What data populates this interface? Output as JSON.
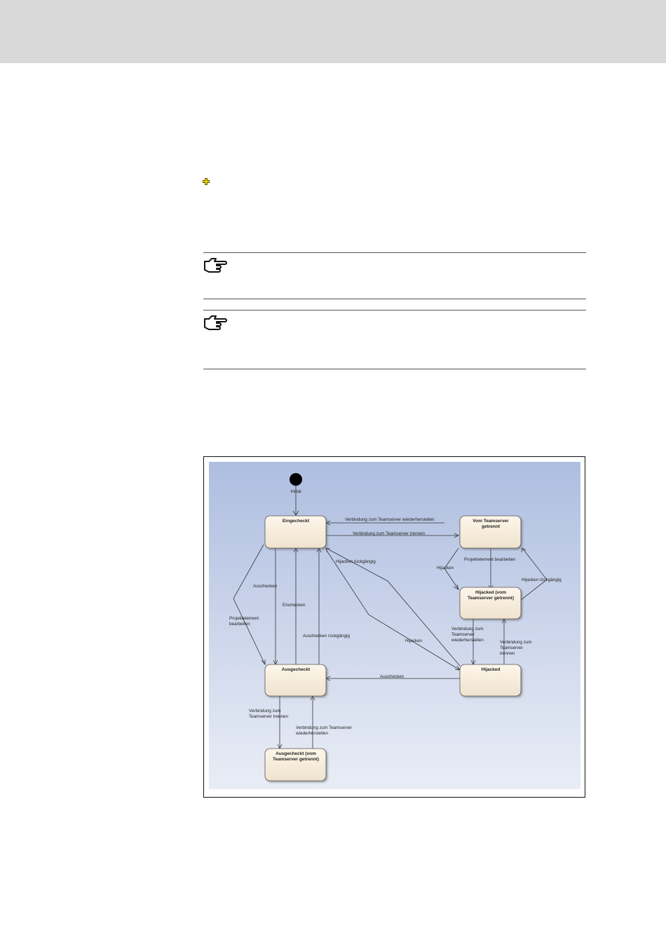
{
  "colors": {
    "top_band": "#d9d9d9",
    "canvas_top": "#aebee0",
    "canvas_bottom": "#e9edf6",
    "state_fill_top": "#fdf6ea",
    "state_fill_bottom": "#efe3cf",
    "marker": "#e8d200"
  },
  "icons": {
    "marker": "yellow-cross-marker-icon",
    "note1": "pointing-hand-icon",
    "note2": "pointing-hand-icon"
  },
  "diagram": {
    "initial_label": "Initial",
    "states": [
      {
        "id": "eingecheckt",
        "lines": [
          "Eingecheckt"
        ]
      },
      {
        "id": "vom_teamserver",
        "lines": [
          "Vom Teamserver",
          "getrennt"
        ]
      },
      {
        "id": "hijacked_getrennt",
        "lines": [
          "Hijacked (vom",
          "Teamserver getrennt)"
        ]
      },
      {
        "id": "ausgecheckt",
        "lines": [
          "Ausgecheckt"
        ]
      },
      {
        "id": "hijacked",
        "lines": [
          "Hijacked"
        ]
      },
      {
        "id": "ausgecheckt_getrennt",
        "lines": [
          "Ausgecheckt (vom",
          "Teamserver getrennt)"
        ]
      }
    ],
    "transitions": [
      {
        "id": "t_wiederherstellen_top",
        "lines": [
          "Verbindung zum Teamserver wiederherstellen"
        ]
      },
      {
        "id": "t_trennen_top",
        "lines": [
          "Verbindung zum Teamserver trennen"
        ]
      },
      {
        "id": "t_hijacken_rueck_1",
        "lines": [
          "Hijacken rückgängig"
        ]
      },
      {
        "id": "t_hijacken_small",
        "lines": [
          "Hijacken"
        ]
      },
      {
        "id": "t_projekt_bearb_right",
        "lines": [
          "Projektelement bearbeiten"
        ]
      },
      {
        "id": "t_hijacken_rueck_2",
        "lines": [
          "Hijacken rückgängig"
        ]
      },
      {
        "id": "t_auschecken_1",
        "lines": [
          "Auschecken"
        ]
      },
      {
        "id": "t_einchecken",
        "lines": [
          "Einchecken"
        ]
      },
      {
        "id": "t_projekt_bearb_left",
        "lines": [
          "Projektelement",
          "bearbeiten"
        ]
      },
      {
        "id": "t_auschecken_rueck",
        "lines": [
          "Auschecken rückgängig"
        ]
      },
      {
        "id": "t_hijacken_diag",
        "lines": [
          "Hijacken"
        ]
      },
      {
        "id": "t_wiederherstellen_right",
        "lines": [
          "Verbindung zum",
          "Teamserver",
          "wiederherstellen"
        ]
      },
      {
        "id": "t_trennen_right",
        "lines": [
          "Verbindung zum",
          "Teamserver",
          "trennen"
        ]
      },
      {
        "id": "t_auschecken_2",
        "lines": [
          "Auschecken"
        ]
      },
      {
        "id": "t_trennen_bottom",
        "lines": [
          "Verbindung zum",
          "Teamserver trennen"
        ]
      },
      {
        "id": "t_wiederherstellen_bottom",
        "lines": [
          "Verbindung zum Teamserver",
          "wiederherstellen"
        ]
      }
    ]
  }
}
